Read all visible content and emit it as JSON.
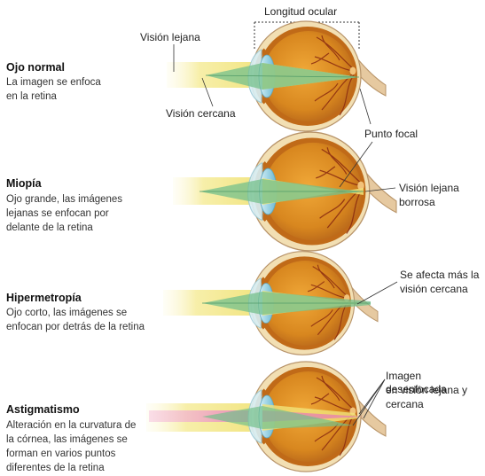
{
  "header": {
    "axial_length": "Longitud ocular"
  },
  "rows": [
    {
      "title": "Ojo normal",
      "lines": [
        "La imagen se enfoca",
        "en la retina"
      ]
    },
    {
      "title": "Miopía",
      "lines": [
        "Ojo grande, las imágenes",
        "lejanas se enfocan por",
        "delante de la retina"
      ]
    },
    {
      "title": "Hipermetropía",
      "lines": [
        "Ojo corto, las imágenes se",
        "enfocan por detrás de la retina"
      ]
    },
    {
      "title": "Astigmatismo",
      "lines": [
        "Alteración en la curvatura de",
        "la córnea, las imágenes se",
        "forman en varios puntos",
        "diferentes de la retina"
      ]
    }
  ],
  "callouts": {
    "far_vision": "Visión lejana",
    "near_vision": "Visión cercana",
    "focal_point": "Punto focal",
    "blurry_far": [
      "Visión lejana",
      "borrosa"
    ],
    "near_affected": [
      "Se afecta más la",
      "visión cercana"
    ],
    "blurry_both": [
      "Imagen desenfocada",
      "en visión lejana y",
      "cercana"
    ]
  },
  "colors": {
    "far_beam": "#f6eda0",
    "near_beam": "#74c08c",
    "astig_beam": "#ec8fbe",
    "sclera": "#f2dfb3",
    "choroid": "#c06a18",
    "lens": "#9fd5e6",
    "vessels": "#8a2a10",
    "optic_nerve": "#e6c9a0"
  }
}
